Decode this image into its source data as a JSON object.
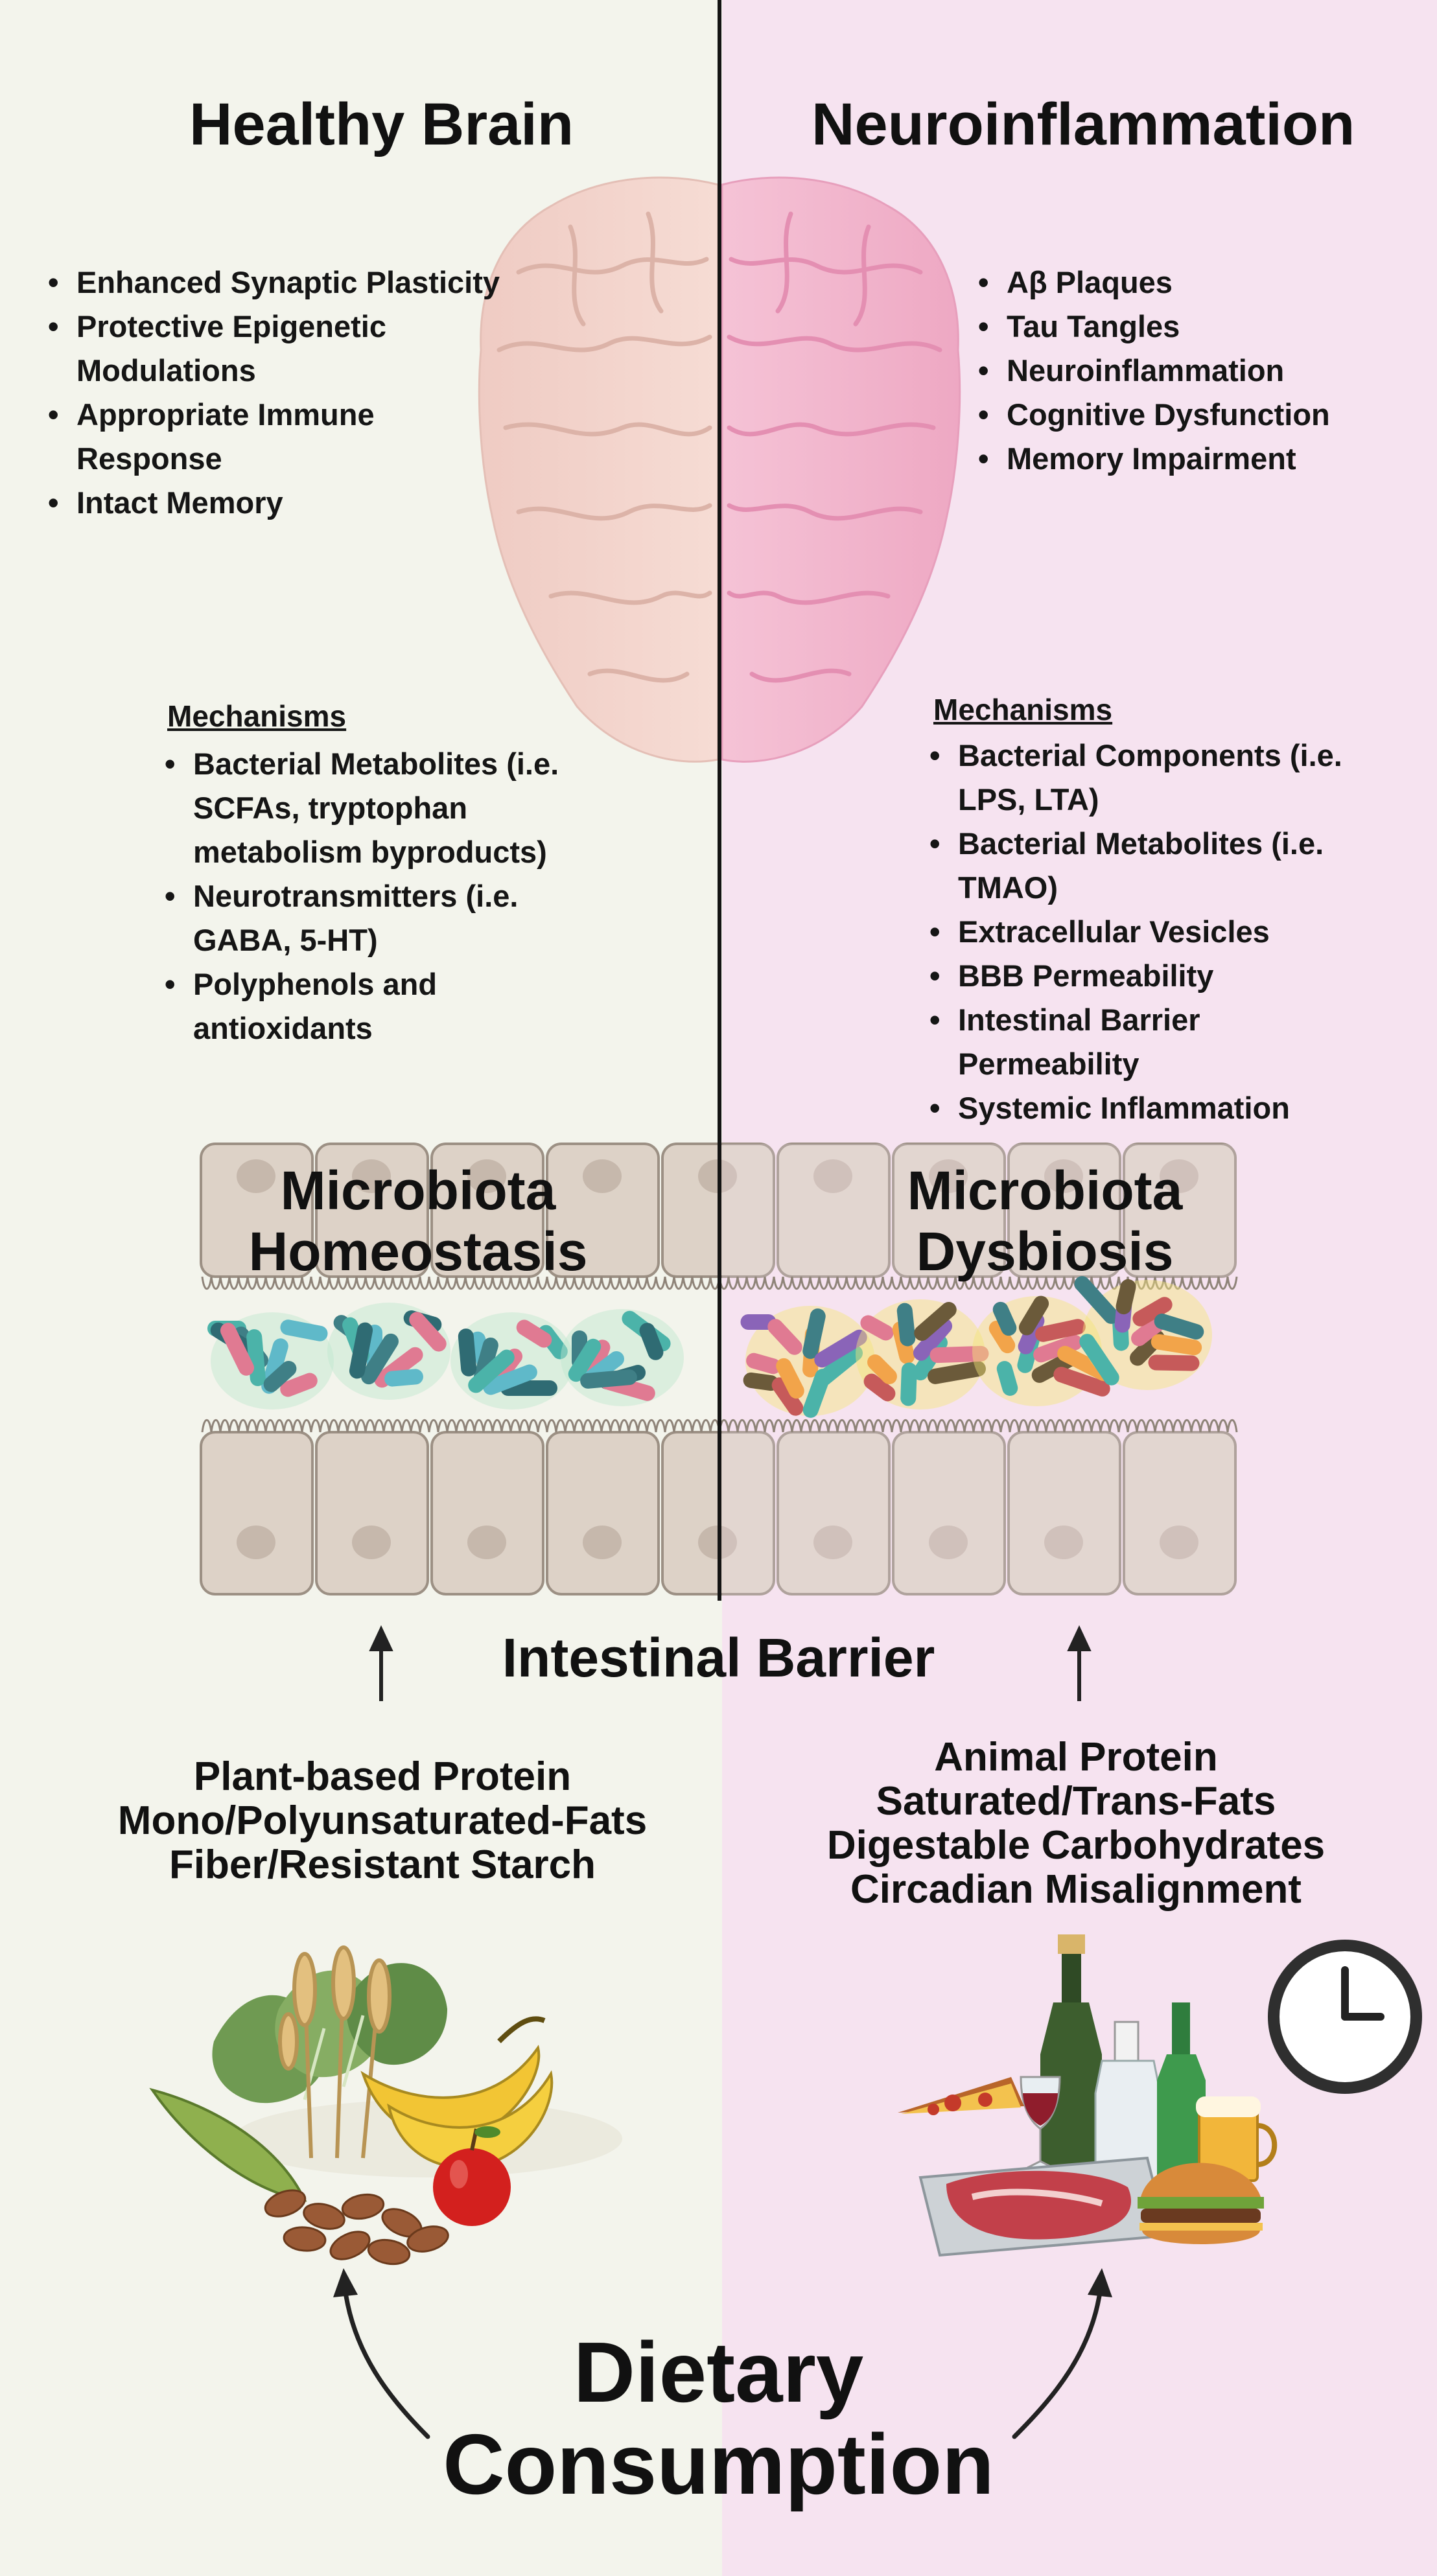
{
  "healthy": {
    "title": "Healthy Brain",
    "effects": [
      "Enhanced Synaptic Plasticity",
      "Protective Epigenetic Modulations",
      "Appropriate Immune Response",
      "Intact Memory"
    ],
    "mechanisms_heading": "Mechanisms",
    "mechanisms": [
      "Bacterial Metabolites (i.e. SCFAs, tryptophan metabolism byproducts)",
      "Neurotransmitters (i.e. GABA, 5-HT)",
      "Polyphenols and antioxidants"
    ],
    "microbiota": [
      "Microbiota",
      "Homeostasis"
    ],
    "diet": [
      "Plant-based Protein",
      "Mono/Polyunsaturated-Fats",
      "Fiber/Resistant Starch"
    ]
  },
  "inflamed": {
    "title": "Neuroinflammation",
    "effects": [
      "Aβ Plaques",
      "Tau Tangles",
      "Neuroinflammation",
      "Cognitive Dysfunction",
      "Memory Impairment"
    ],
    "mechanisms_heading": "Mechanisms",
    "mechanisms": [
      "Bacterial Components (i.e. LPS, LTA)",
      "Bacterial Metabolites (i.e. TMAO)",
      "Extracellular Vesicles",
      "BBB Permeability",
      "Intestinal Barrier Permeability",
      "Systemic Inflammation"
    ],
    "microbiota": [
      "Microbiota",
      "Dysbiosis"
    ],
    "diet": [
      "Animal Protein",
      "Saturated/Trans-Fats",
      "Digestable Carbohydrates",
      "Circadian Misalignment"
    ]
  },
  "barrier_label": "Intestinal Barrier",
  "bottom_label": [
    "Dietary",
    "Consumption"
  ],
  "colors": {
    "left_bg": "#f3f4ec",
    "right_bg": "#f6e3f0",
    "brain_left": "#f1d6cf",
    "brain_right": "#f3b9d0",
    "cell": "#ddd2c7",
    "cell_border": "#9c9084",
    "divider": "#141414"
  },
  "icons": [
    "brain-illustration",
    "up-arrow-icon",
    "curved-arrow-icon",
    "clock-icon",
    "healthy-food-illustration",
    "western-food-illustration",
    "bacteria-cluster"
  ]
}
